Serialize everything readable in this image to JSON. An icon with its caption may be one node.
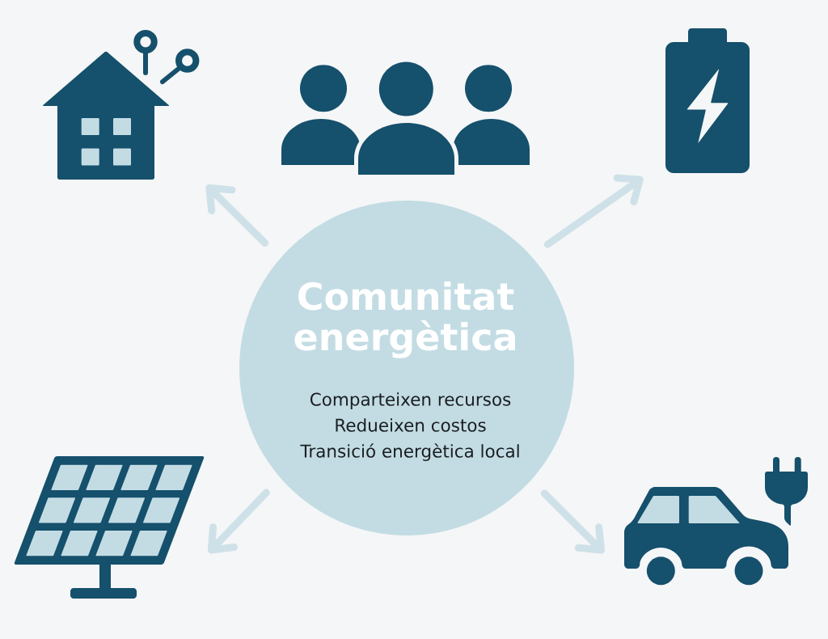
{
  "diagram": {
    "nodes": [
      {
        "text": [],
        "shape": "picture"
      },
      {
        "text": [],
        "shape": "picture"
      },
      {
        "text": [],
        "shape": "picture"
      },
      {
        "text": [
          "Comunitat energètica",
          "Comparteixen recursos",
          "Redueixen costos",
          "Transició energètica local"
        ]
      },
      {
        "text": [],
        "shape": "picture"
      },
      {
        "text": [],
        "shape": "picture"
      }
    ],
    "edges": [
      {
        "from": 3,
        "to": 0,
        "arrow": "to"
      },
      {
        "from": 3,
        "to": 2,
        "arrow": "to"
      },
      {
        "from": 3,
        "to": 4,
        "arrow": "to"
      },
      {
        "from": 3,
        "to": 5,
        "arrow": "to"
      }
    ]
  }
}
